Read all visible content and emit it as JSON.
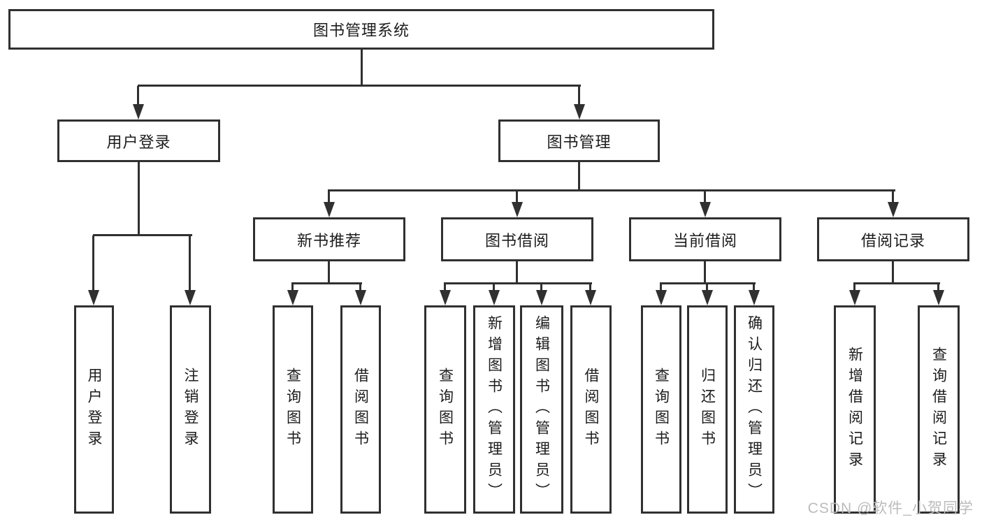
{
  "diagram": {
    "root": {
      "label": "图书管理系统"
    },
    "branches": [
      {
        "label": "用户登录",
        "children": [
          {
            "label": "用户登录"
          },
          {
            "label": "注销登录"
          }
        ]
      },
      {
        "label": "图书管理",
        "children": [
          {
            "label": "新书推荐",
            "children": [
              {
                "label": "查询图书"
              },
              {
                "label": "借阅图书"
              }
            ]
          },
          {
            "label": "图书借阅",
            "children": [
              {
                "label": "查询图书"
              },
              {
                "label": "新增图书（管理员）"
              },
              {
                "label": "编辑图书（管理员）"
              },
              {
                "label": "借阅图书"
              }
            ]
          },
          {
            "label": "当前借阅",
            "children": [
              {
                "label": "查询图书"
              },
              {
                "label": "归还图书"
              },
              {
                "label": "确认归还（管理员）"
              }
            ]
          },
          {
            "label": "借阅记录",
            "children": [
              {
                "label": "新增借阅记录"
              },
              {
                "label": "查询借阅记录"
              }
            ]
          }
        ]
      }
    ]
  },
  "watermark": {
    "text": "CSDN @软件_小贺同学"
  },
  "colors": {
    "line": "#303030",
    "text": "#1c1c1c",
    "watermark": "#bcbcbc",
    "background": "#ffffff"
  }
}
